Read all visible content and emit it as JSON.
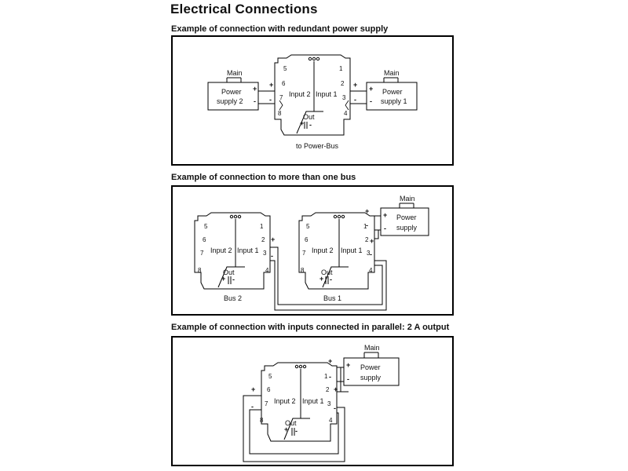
{
  "title": "Electrical Connections",
  "sections": [
    {
      "caption": "Example of connection with redundant power supply",
      "module": {
        "terminals": [
          "5",
          "6",
          "7",
          "8",
          "1",
          "2",
          "3",
          "4"
        ],
        "input2": "Input 2",
        "input1": "Input 1",
        "out": "Out"
      },
      "supply_left": {
        "line1": "Power",
        "line2": "supply 2",
        "main": "Main"
      },
      "supply_right": {
        "line1": "Power",
        "line2": "supply 1",
        "main": "Main"
      },
      "bus_label": "to Power-Bus",
      "plus": "+",
      "minus": "-"
    },
    {
      "caption": "Example of connection to more than one bus",
      "module_a": {
        "terminals": [
          "5",
          "6",
          "7",
          "8",
          "1",
          "2",
          "3",
          "4"
        ],
        "input2": "Input 2",
        "input1": "Input 1",
        "out": "Out"
      },
      "module_b": {
        "terminals": [
          "5",
          "6",
          "7",
          "8",
          "1",
          "2",
          "3",
          "4"
        ],
        "input2": "Input 2",
        "input1": "Input 1",
        "out": "Out"
      },
      "supply": {
        "line1": "Power",
        "line2": "supply",
        "main": "Main"
      },
      "bus_a": "Bus 2",
      "bus_b": "Bus 1",
      "plus": "+",
      "minus": "-"
    },
    {
      "caption": "Example of connection with inputs connected in parallel: 2 A output",
      "module": {
        "terminals": [
          "5",
          "6",
          "7",
          "8",
          "1",
          "2",
          "3",
          "4"
        ],
        "input2": "Input 2",
        "input1": "Input 1",
        "out": "Out"
      },
      "supply": {
        "line1": "Power",
        "line2": "supply",
        "main": "Main"
      },
      "plus": "+",
      "minus": "-"
    }
  ]
}
